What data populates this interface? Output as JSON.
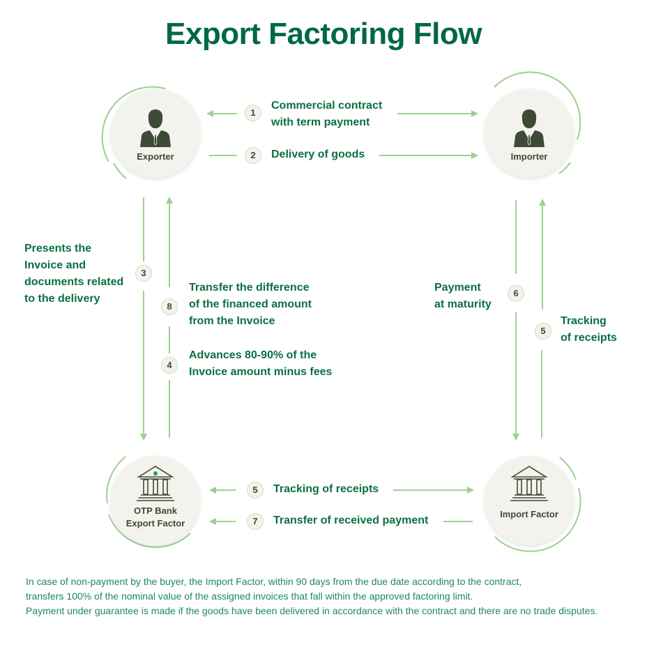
{
  "title": "Export Factoring Flow",
  "colors": {
    "primary_green": "#006845",
    "text_green": "#0a7040",
    "arrow_green": "#9dd08f",
    "node_bg": "#f4f2ed",
    "icon_dark": "#3e4a35"
  },
  "nodes": {
    "exporter": {
      "label": "Exporter",
      "icon": "businessman-icon"
    },
    "importer": {
      "label": "Importer",
      "icon": "businessman-icon"
    },
    "export_factor": {
      "label_line1": "OTP Bank",
      "label_line2": "Export Factor",
      "icon": "bank-icon"
    },
    "import_factor": {
      "label": "Import Factor",
      "icon": "bank-icon"
    }
  },
  "steps": {
    "s1": {
      "number": "1",
      "line1": "Commercial contract",
      "line2": "with term payment",
      "direction": "bidirectional"
    },
    "s2": {
      "number": "2",
      "line1": "Delivery of goods",
      "direction": "exporter-to-importer"
    },
    "s3": {
      "number": "3",
      "line1": "Presents the",
      "line2": "Invoice and",
      "line3": "documents related",
      "line4": "to the delivery",
      "direction": "exporter-to-export-factor"
    },
    "s8": {
      "number": "8",
      "line1": "Transfer the difference",
      "line2": "of the financed amount",
      "line3": "from the Invoice",
      "direction": "export-factor-to-exporter"
    },
    "s4": {
      "number": "4",
      "line1": "Advances 80-90% of the",
      "line2": "Invoice amount minus fees",
      "direction": "export-factor-to-exporter"
    },
    "s6": {
      "number": "6",
      "line1": "Payment",
      "line2": "at maturity",
      "direction": "importer-to-import-factor"
    },
    "s5_right": {
      "number": "5",
      "line1": "Tracking",
      "line2": "of receipts",
      "direction": "import-factor-to-importer"
    },
    "s5_bottom": {
      "number": "5",
      "line1": "Tracking of receipts",
      "direction": "bidirectional"
    },
    "s7": {
      "number": "7",
      "line1": "Transfer of received payment",
      "direction": "import-factor-to-export-factor"
    }
  },
  "footnote": {
    "line1": "In case of non-payment by the buyer, the Import Factor, within 90 days from the due date according to the contract,",
    "line2": "transfers 100% of the nominal value of the assigned invoices that fall within the approved factoring limit.",
    "line3": "Payment under guarantee is made if the goods have been delivered in accordance with the contract and there are no trade disputes."
  }
}
